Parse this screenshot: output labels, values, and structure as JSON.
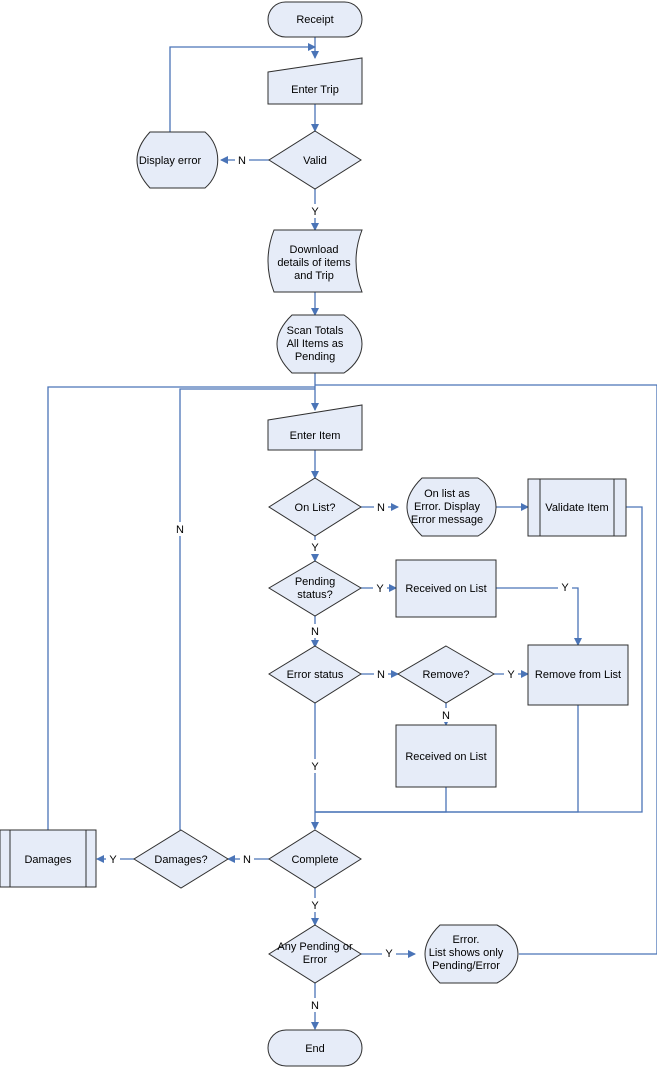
{
  "diagram": {
    "nodes": {
      "receipt": [
        "Receipt"
      ],
      "enter_trip": [
        "Enter Trip"
      ],
      "valid": [
        "Valid"
      ],
      "display_error": [
        "Display error"
      ],
      "download": [
        "Download",
        "details of items",
        "and Trip"
      ],
      "scan_totals": [
        "Scan Totals",
        "All Items as",
        "Pending"
      ],
      "enter_item": [
        "Enter Item"
      ],
      "on_list": [
        "On List?"
      ],
      "on_list_error": [
        "On list as",
        "Error. Display",
        "Error message"
      ],
      "validate_item": [
        "Validate Item"
      ],
      "pending_status": [
        "Pending",
        "status?"
      ],
      "received_on_list_1": [
        "Received on List"
      ],
      "error_status": [
        "Error status"
      ],
      "remove": [
        "Remove?"
      ],
      "remove_from_list": [
        "Remove from List"
      ],
      "received_on_list_2": [
        "Received on List"
      ],
      "complete": [
        "Complete"
      ],
      "damages_q": [
        "Damages?"
      ],
      "damages": [
        "Damages"
      ],
      "any_pending": [
        "Any Pending or",
        "Error"
      ],
      "error_list": [
        "Error.",
        "List shows only",
        "Pending/Error"
      ],
      "end": [
        "End"
      ]
    },
    "edge_labels": {
      "valid_n": "N",
      "valid_y": "Y",
      "on_list_n": "N",
      "on_list_y": "Y",
      "pending_y": "Y",
      "pending_n": "N",
      "received_y": "Y",
      "error_status_n": "N",
      "remove_y": "Y",
      "remove_n": "N",
      "error_status_y": "Y",
      "complete_n": "N",
      "damages_y": "Y",
      "damages_n": "N",
      "complete_y": "Y",
      "any_pending_y": "Y",
      "any_pending_n": "N"
    }
  }
}
